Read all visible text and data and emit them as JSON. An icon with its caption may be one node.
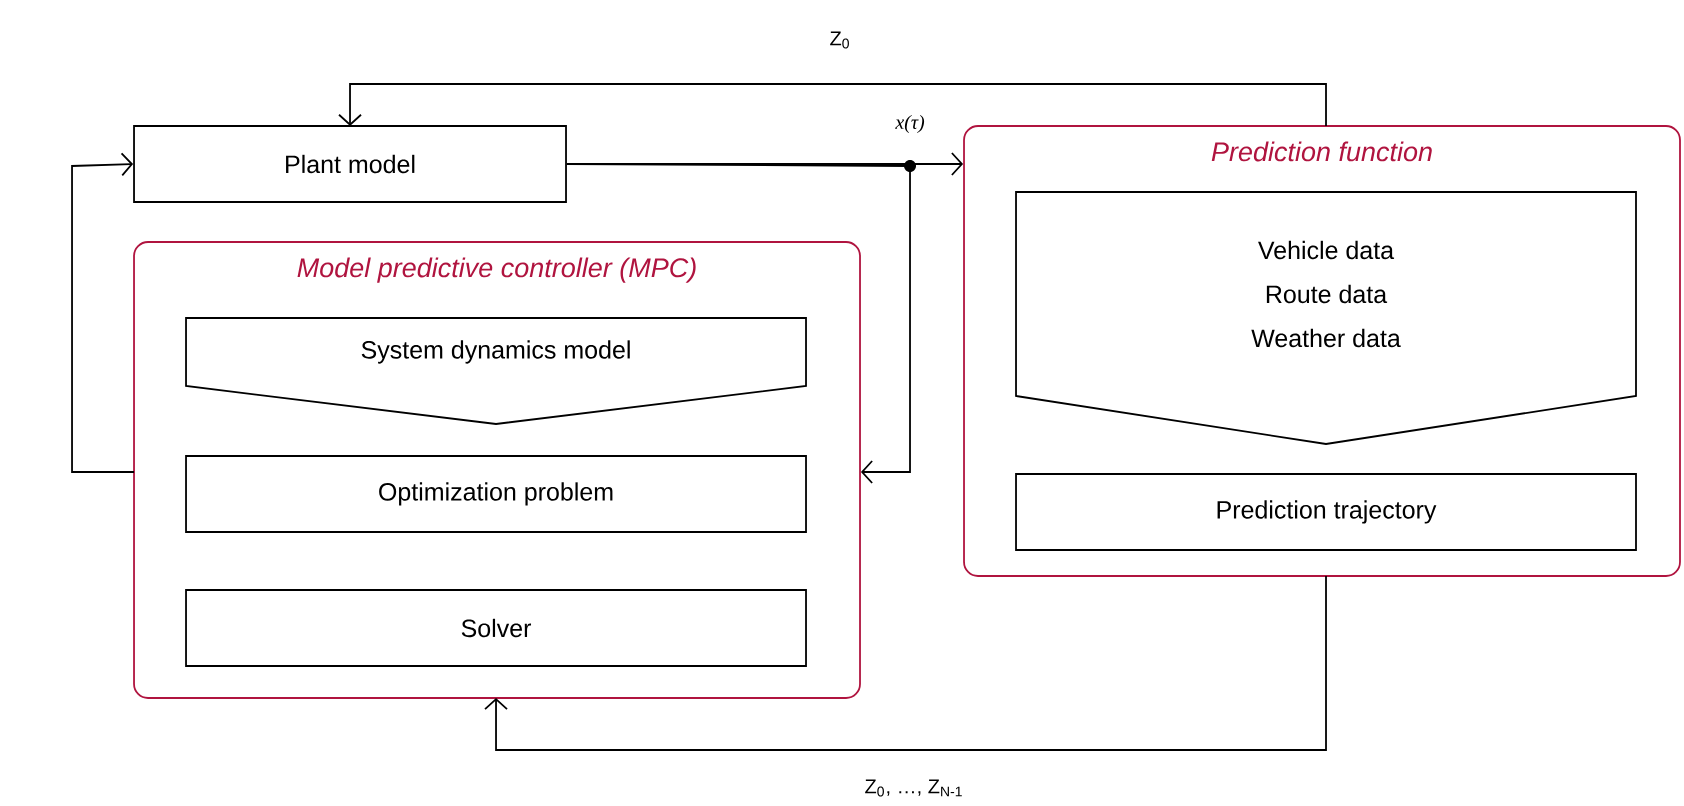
{
  "diagram": {
    "nodes": [
      {
        "text": [
          "Plant model"
        ]
      },
      {
        "text": [
          "Model predictive controller (MPC)"
        ]
      },
      {
        "text": [
          "System dynamics model"
        ],
        "in": 1
      },
      {
        "text": [
          "Optimization problem"
        ],
        "in": 1
      },
      {
        "text": [
          "Solver"
        ],
        "in": 1
      },
      {
        "text": [
          "Prediction function"
        ]
      },
      {
        "text": [
          "Vehicle data",
          "Route data",
          "Weather data"
        ],
        "in": 5
      },
      {
        "text": [
          "Prediction trajectory"
        ],
        "in": 5
      }
    ],
    "edges": [
      {
        "from": 0,
        "to": 5,
        "arrow": "to",
        "label": "x(τ)"
      },
      {
        "from": 0,
        "to": 1,
        "arrow": "to"
      },
      {
        "from": 5,
        "to": 0,
        "arrow": "to",
        "label": "Z$_{0}$"
      },
      {
        "from": 5,
        "to": 1,
        "arrow": "to",
        "label": "Z$_{0}$, …, Z$_{N-1}$"
      },
      {
        "from": 1,
        "to": 0,
        "arrow": "to"
      }
    ]
  }
}
